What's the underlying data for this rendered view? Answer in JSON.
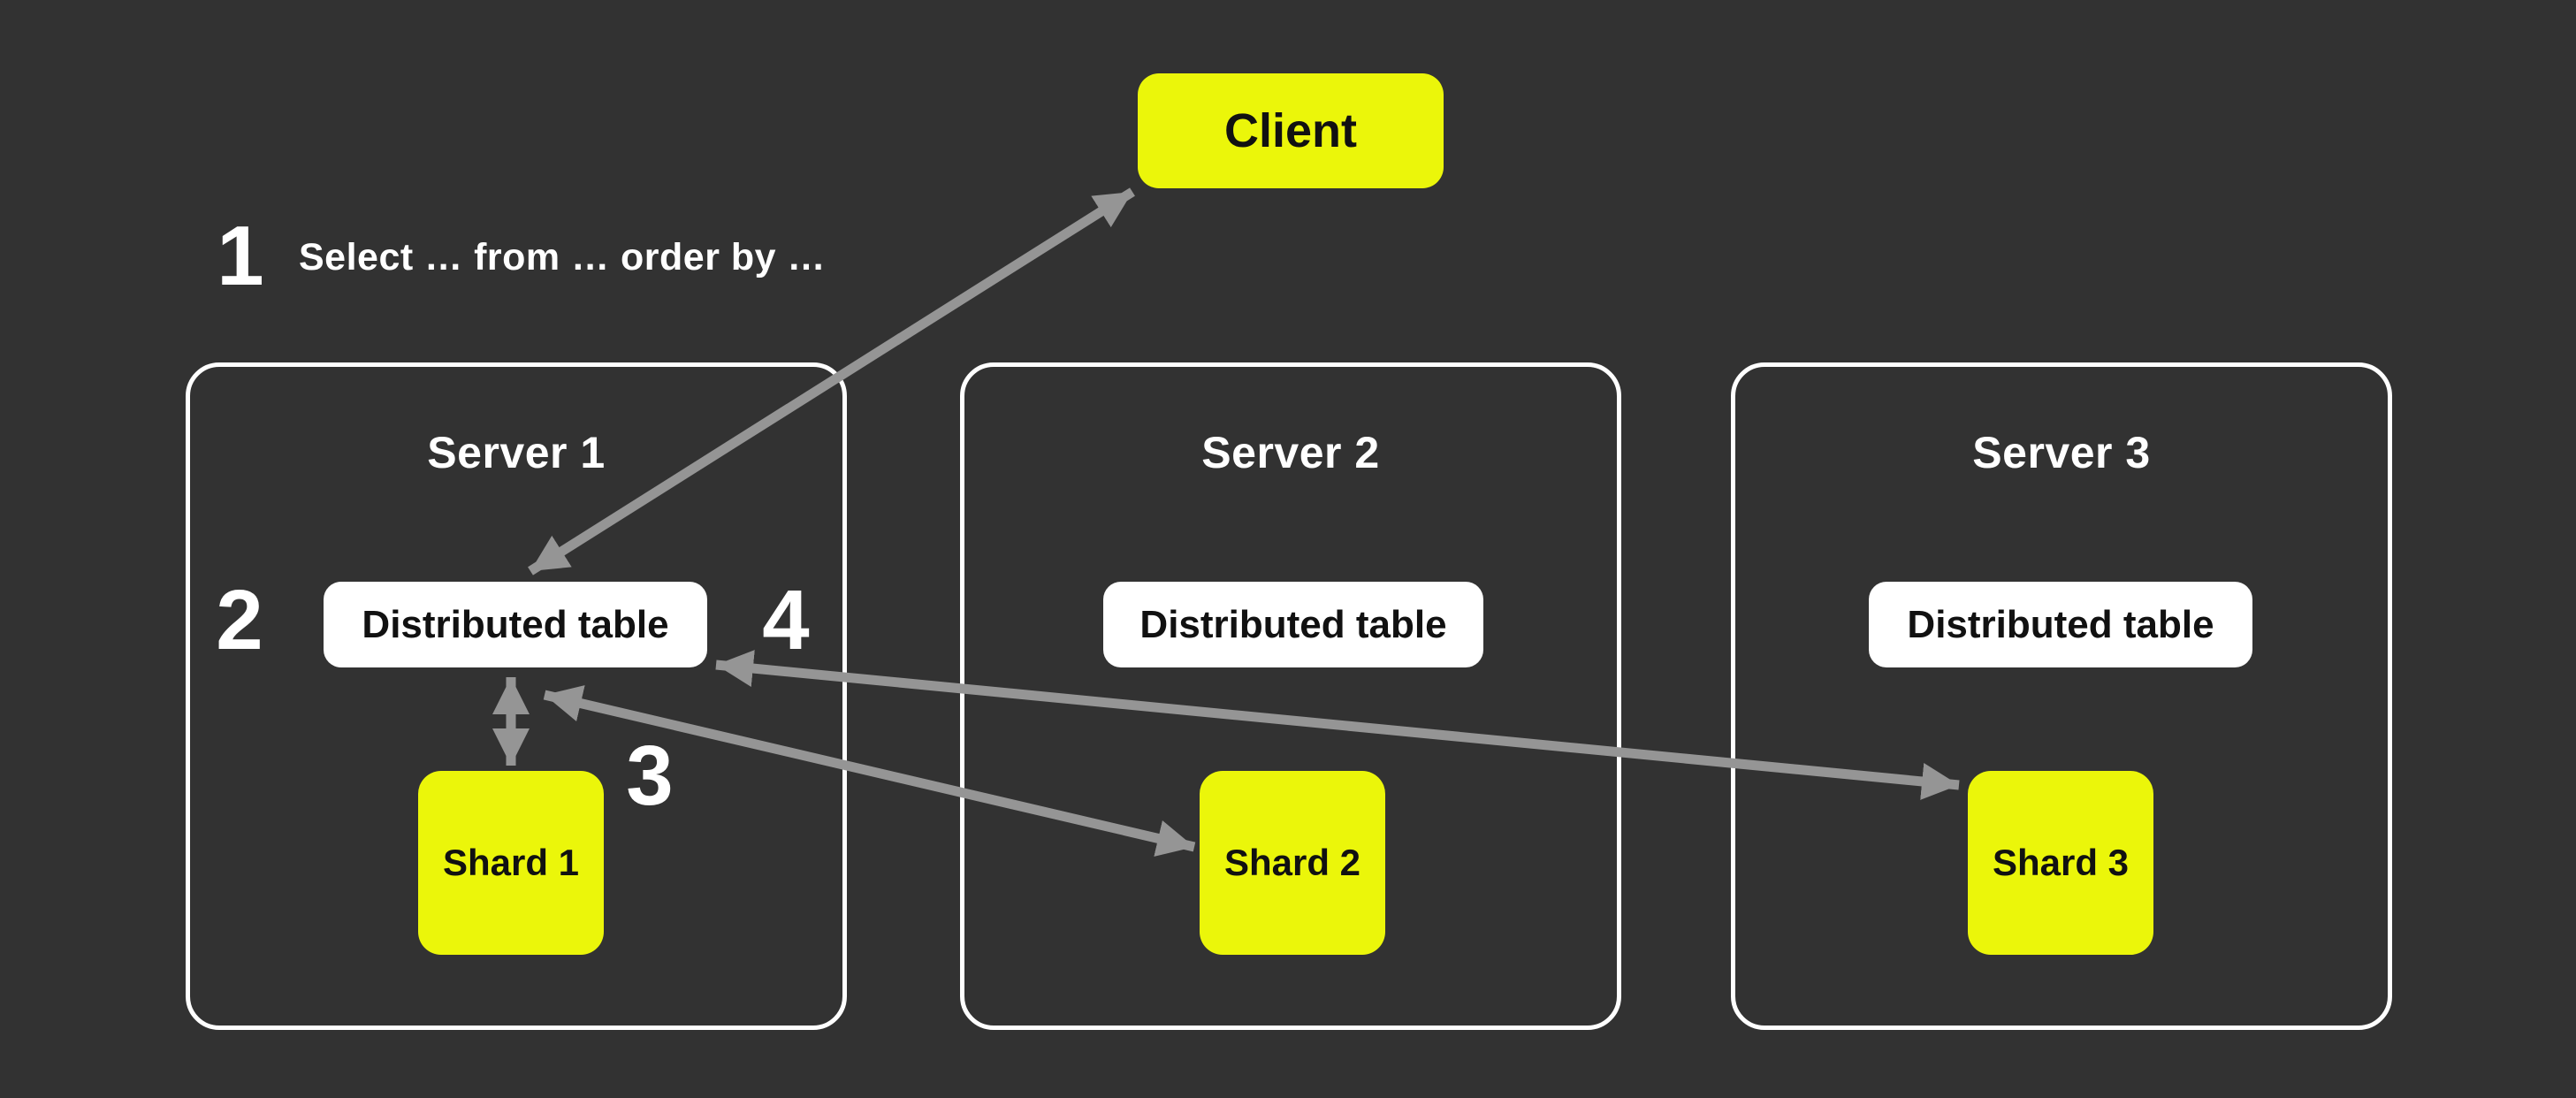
{
  "colors": {
    "background": "#323232",
    "accent_yellow": "#ebf60a",
    "box_white": "#ffffff",
    "arrow_gray": "#959595",
    "text_white": "#ffffff",
    "text_black": "#111111"
  },
  "client": {
    "label": "Client"
  },
  "steps": {
    "one": {
      "number": "1",
      "text": "Select … from … order by …"
    },
    "two": {
      "number": "2"
    },
    "three": {
      "number": "3"
    },
    "four": {
      "number": "4"
    }
  },
  "servers": [
    {
      "label": "Server 1",
      "table_label": "Distributed table",
      "shard_label": "Shard 1"
    },
    {
      "label": "Server 2",
      "table_label": "Distributed table",
      "shard_label": "Shard 2"
    },
    {
      "label": "Server 3",
      "table_label": "Distributed table",
      "shard_label": "Shard 3"
    }
  ]
}
